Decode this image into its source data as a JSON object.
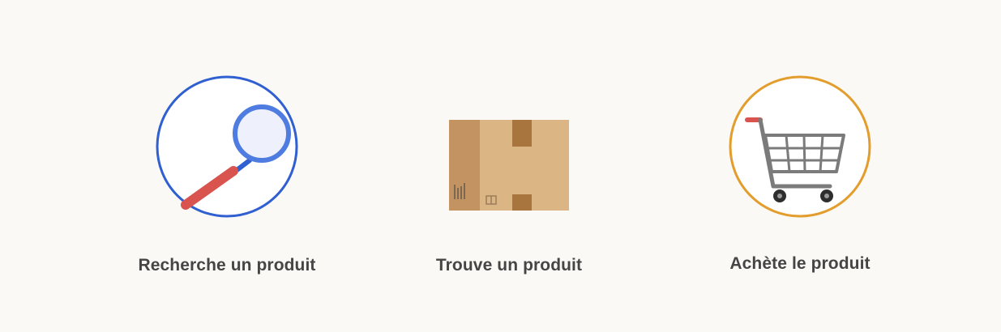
{
  "colors": {
    "background": "#faf9f5",
    "search_ring": "#2f5fd0",
    "cart_ring": "#e39d2d",
    "handle_red": "#d9534f",
    "box_tan": "#d9b382",
    "text": "#454545"
  },
  "steps": [
    {
      "icon": "magnifying-glass-icon",
      "label": "Recherche un produit"
    },
    {
      "icon": "cardboard-box-icon",
      "label": "Trouve un produit"
    },
    {
      "icon": "shopping-cart-icon",
      "label": "Achète le produit"
    }
  ]
}
